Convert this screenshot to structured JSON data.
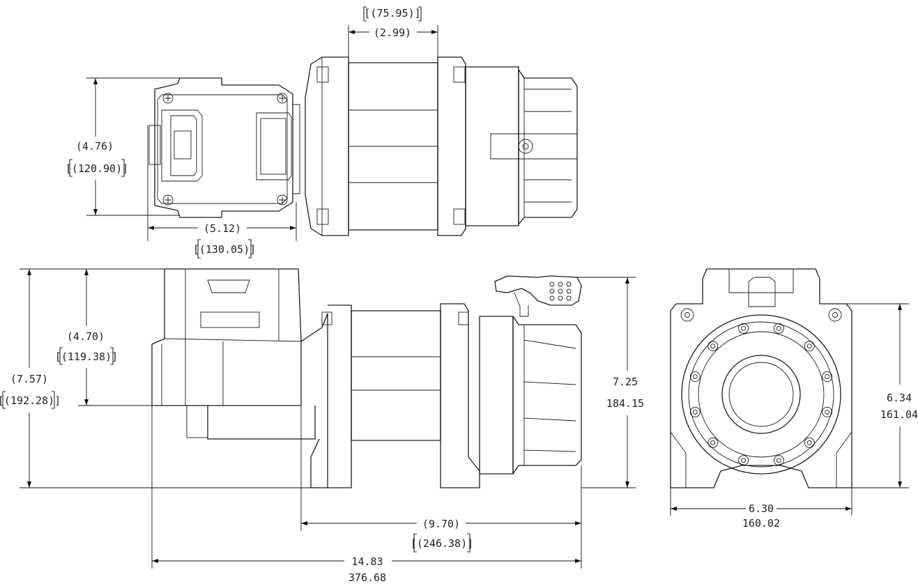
{
  "top_view": {
    "drum_width_in": "(2.99)",
    "drum_width_mm": "[(75.95)]",
    "box_height_in": "(4.76)",
    "box_height_mm": "[(120.90)]",
    "box_width_in": "(5.12)",
    "box_width_mm": "[(130.05)]"
  },
  "side_view": {
    "overall_height_in": "(7.57)",
    "overall_height_mm": "[(192.28)]",
    "box_height_in": "(4.70)",
    "box_height_mm": "[(119.38)]",
    "height_in": "7.25",
    "height_mm": "184.15",
    "mount_length_in": "(9.70)",
    "mount_length_mm": "[(246.38)]",
    "overall_length_in": "14.83",
    "overall_length_mm": "376.68"
  },
  "end_view": {
    "height_in": "6.34",
    "height_mm": "161.04",
    "width_in": "6.30",
    "width_mm": "160.02"
  }
}
